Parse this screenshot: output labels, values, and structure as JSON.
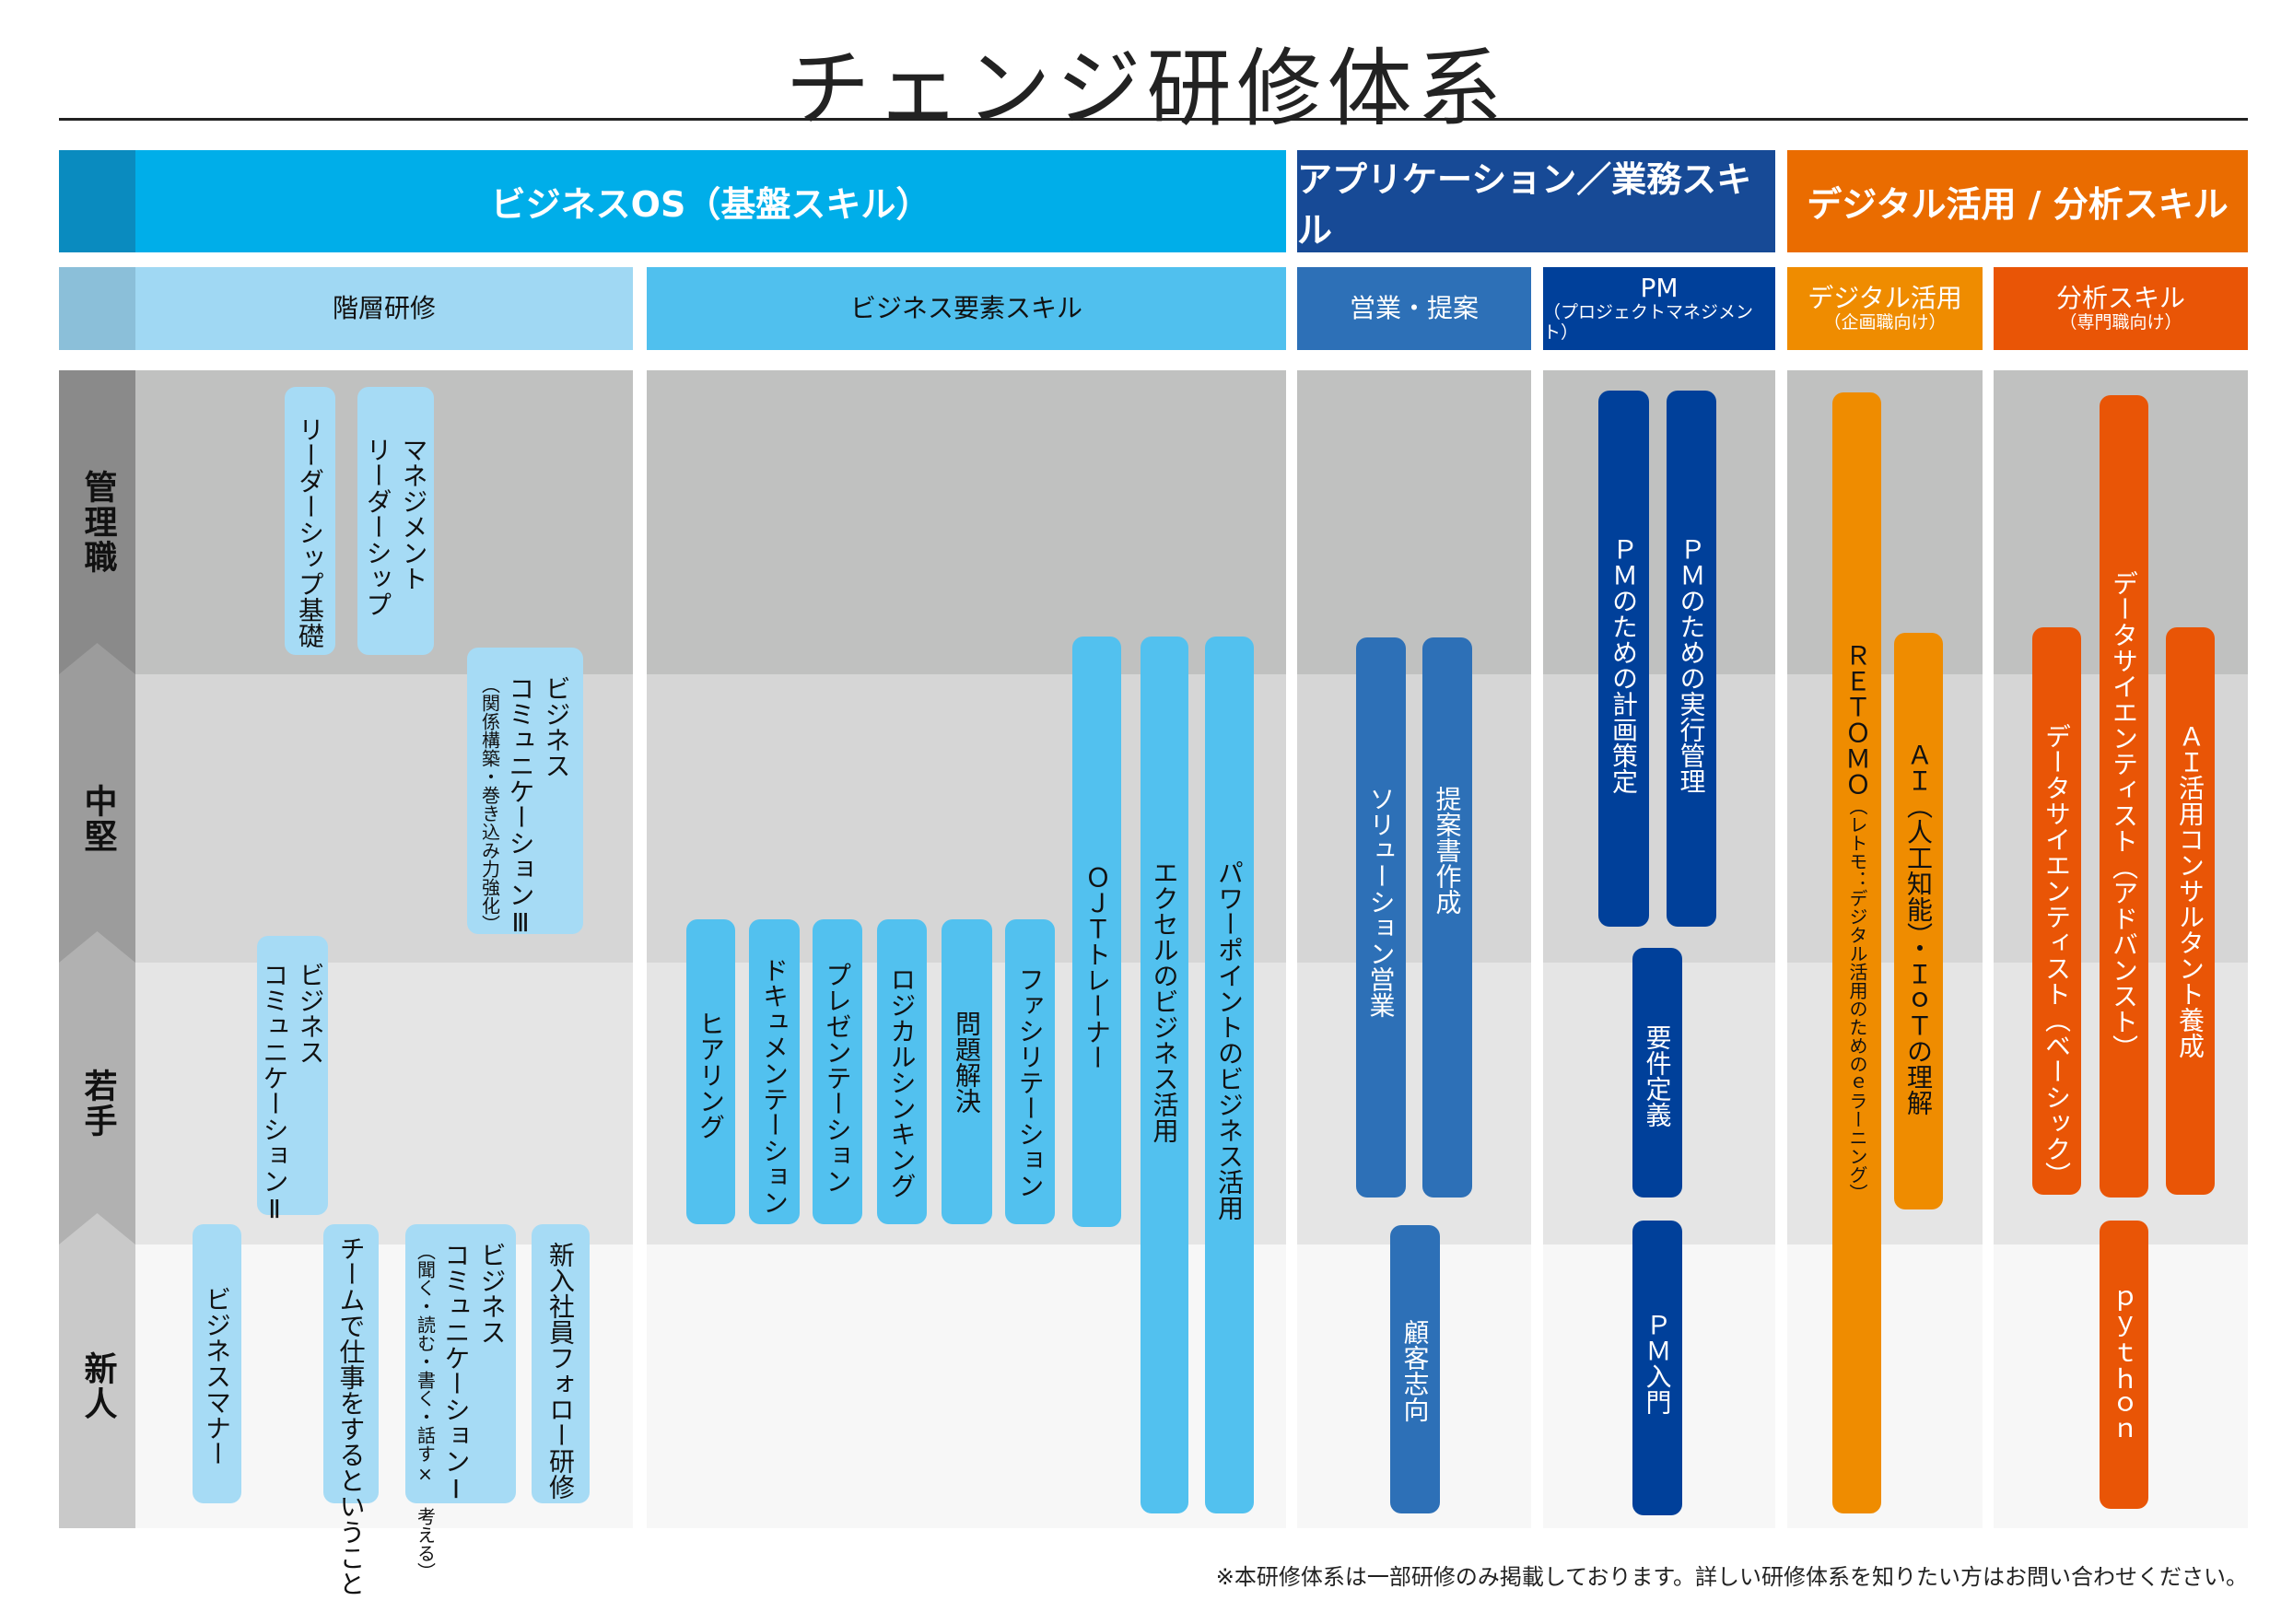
{
  "title": "チェンジ研修体系",
  "categories": {
    "business_os": "ビジネスOS（基盤スキル）",
    "application": "アプリケーション／業務スキル",
    "digital": "デジタル活用 / 分析スキル"
  },
  "subcategories": {
    "tiered": "階層研修",
    "business_elements": "ビジネス要素スキル",
    "sales": "営業・提案",
    "pm": "PM",
    "pm_sub": "（プロジェクトマネジメント）",
    "digital_use": "デジタル活用",
    "digital_use_sub": "（企画職向け）",
    "analysis": "分析スキル",
    "analysis_sub": "（専門職向け）"
  },
  "levels": [
    "管理職",
    "中堅",
    "若手",
    "新人"
  ],
  "courses": {
    "c1": [
      "リーダーシップ基礎"
    ],
    "c2": [
      "マネジメント",
      "リーダーシップ"
    ],
    "c3": [
      "ビジネス",
      "コミュニケーションⅢ",
      "（関係構築・巻き込み力強化）"
    ],
    "c4": [
      "ビジネス",
      "コミュニケーションⅡ"
    ],
    "c5": [
      "ビジネスマナー"
    ],
    "c6": [
      "チームで仕事をするということ"
    ],
    "c7": [
      "ビジネス",
      "コミュニケーションⅠ",
      "（聞く・読む・書く・話す× 考える）"
    ],
    "c8": [
      "新入社員フォロー研修"
    ],
    "c9": [
      "ヒアリング"
    ],
    "c10": [
      "ドキュメンテーション"
    ],
    "c11": [
      "プレゼンテーション"
    ],
    "c12": [
      "ロジカルシンキング"
    ],
    "c13": [
      "問題解決"
    ],
    "c14": [
      "ファシリテーション"
    ],
    "c15": [
      "ＯＪＴトレーナー"
    ],
    "c16": [
      "エクセルのビジネス活用"
    ],
    "c17": [
      "パワーポイントのビジネス活用"
    ],
    "c18": [
      "ソリューション営業"
    ],
    "c19": [
      "提案書作成"
    ],
    "c20": [
      "顧客志向"
    ],
    "c21": [
      "ＰＭのための計画策定"
    ],
    "c22": [
      "ＰＭのための実行管理"
    ],
    "c23": [
      "要件定義"
    ],
    "c24": [
      "ＰＭ入門"
    ],
    "c25": [
      "ＲＥＴＯＭＯ",
      "（レトモ：デジタル活用のためのｅラーニング）"
    ],
    "c26": [
      "ＡＩ（人工知能）・ＩｏＴの理解"
    ],
    "c27": [
      "データサイエンティスト（ベーシック）"
    ],
    "c28": [
      "データサイエンティスト（アドバンスト）"
    ],
    "c29": [
      "ＡＩ活用コンサルタント養成"
    ],
    "c30": [
      "ｐｙｔｈｏｎ"
    ]
  },
  "footnote": "※本研修体系は一部研修のみ掲載しております。詳しい研修体系を知りたい方はお問い合わせください。",
  "colors": {
    "business_os": "#00aee9",
    "application": "#174a96",
    "digital": "#ea6c00",
    "sales": "#2d70b7",
    "pm": "#00409a",
    "digital_use": "#ef8c00",
    "analysis": "#e95506"
  }
}
